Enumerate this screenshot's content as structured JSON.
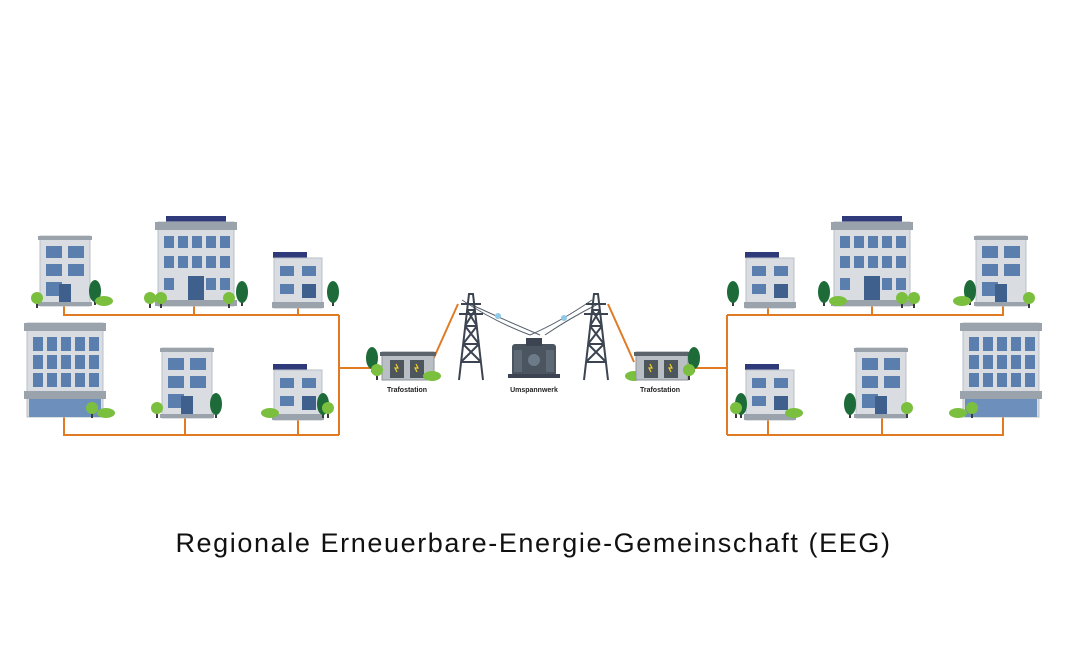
{
  "caption": "Regionale Erneuerbare-Energie-Gemeinschaft (EEG)",
  "labels": {
    "trafostation_left": "Trafostation",
    "umspannwerk": "Umspannwerk",
    "trafostation_right": "Trafostation"
  },
  "colors": {
    "grid_line": "#e07b24",
    "building_wall": "#d9dde1",
    "building_roof": "#9aa3ac",
    "window": "#5a7fae",
    "solar_panel": "#2e3a7a",
    "tree_dark": "#1d6b38",
    "tree_light": "#7bbf3f",
    "tower": "#3b4450",
    "insulator": "#8ec9e8"
  },
  "icons": [
    "building-icon",
    "solar-panel-icon",
    "tree-icon",
    "transformer-station-icon",
    "power-tower-icon",
    "substation-icon"
  ]
}
